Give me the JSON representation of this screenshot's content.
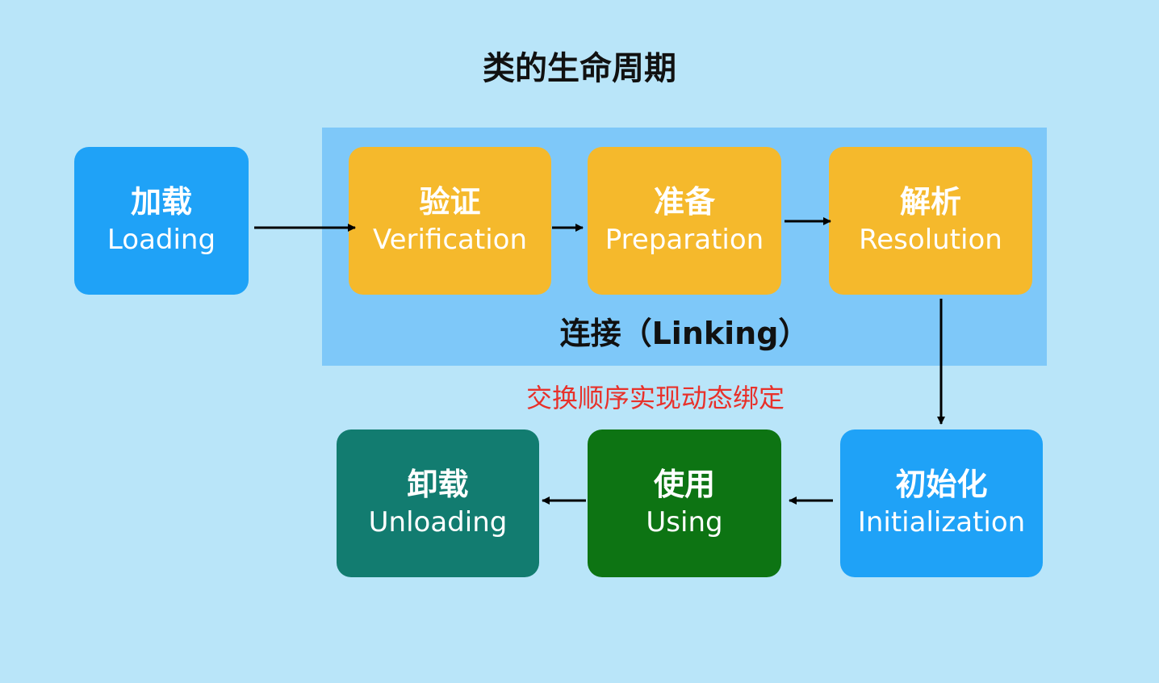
{
  "title": "类的生命周期",
  "linking": {
    "label": "连接（Linking）"
  },
  "stages": {
    "loading": {
      "cn": "加载",
      "en": "Loading"
    },
    "verification": {
      "cn": "验证",
      "en": "Verification"
    },
    "preparation": {
      "cn": "准备",
      "en": "Preparation"
    },
    "resolution": {
      "cn": "解析",
      "en": "Resolution"
    },
    "initialization": {
      "cn": "初始化",
      "en": "Initialization"
    },
    "using": {
      "cn": "使用",
      "en": "Using"
    },
    "unloading": {
      "cn": "卸载",
      "en": "Unloading"
    }
  },
  "note": "交换顺序实现动态绑定",
  "colors": {
    "background": "#b9e5f9",
    "linking_group": "#7ec8f9",
    "blue": "#1fa2f7",
    "orange": "#f5b92c",
    "green": "#0d7413",
    "teal": "#127c70",
    "note": "#e8312a"
  }
}
